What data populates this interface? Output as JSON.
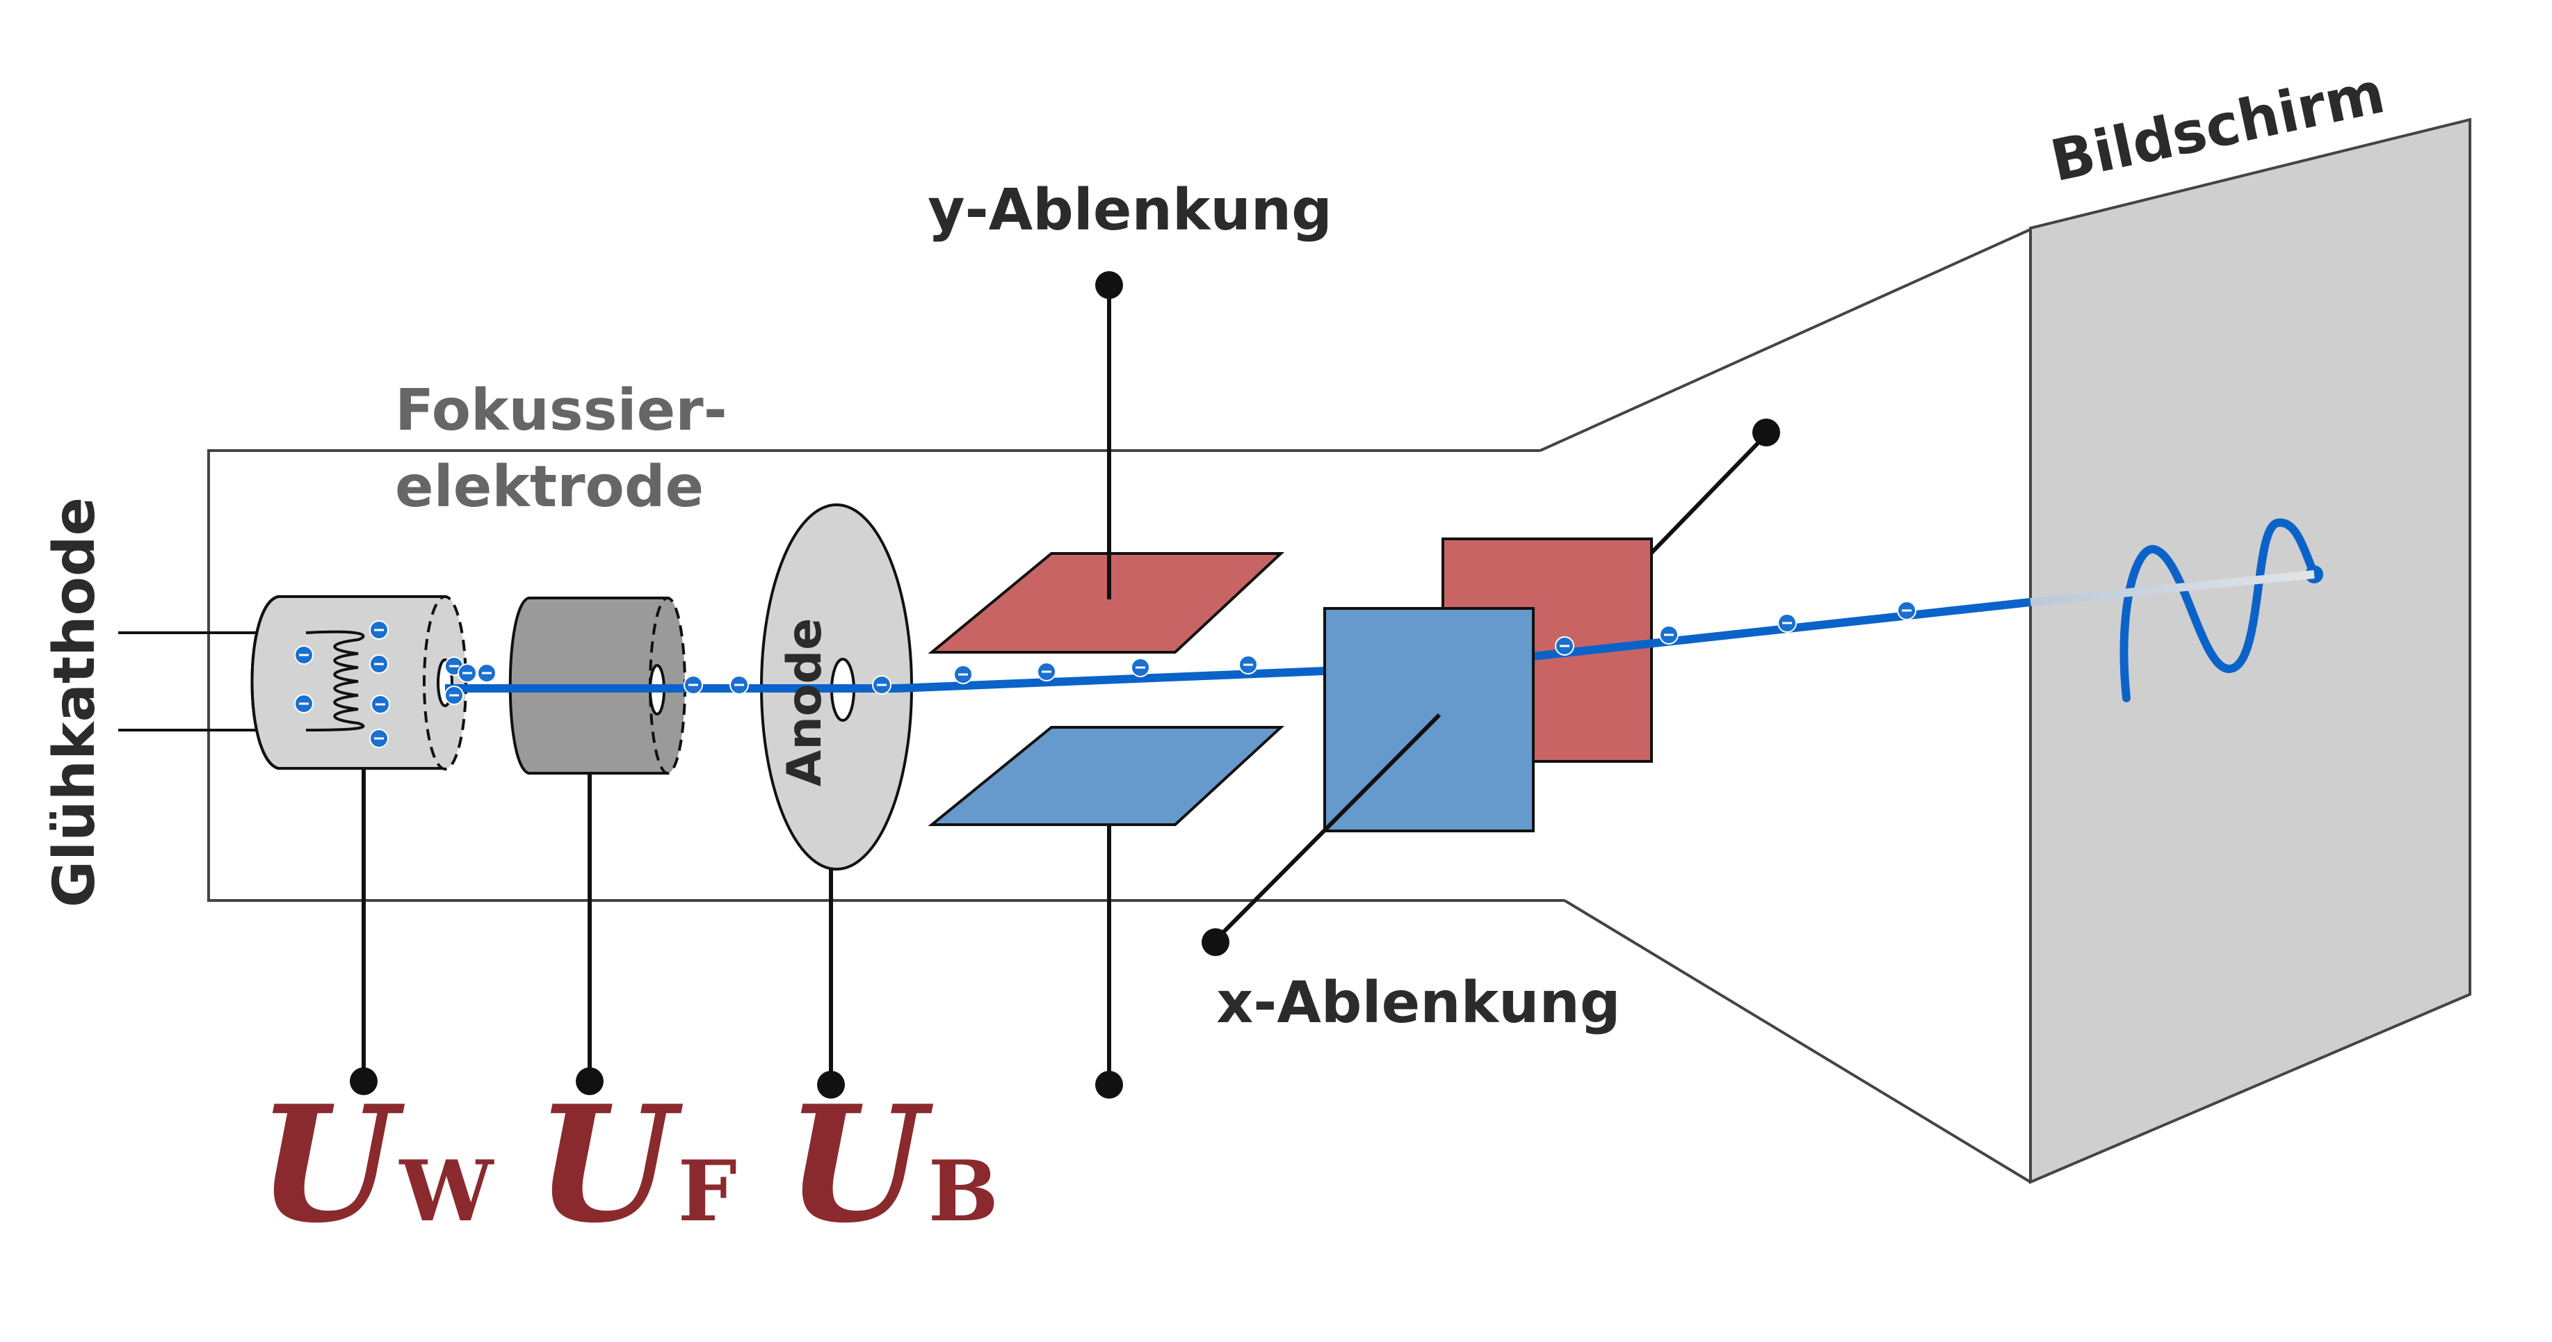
{
  "labels": {
    "cathode": "Glühkathode",
    "focus_line1": "Fokussier-",
    "focus_line2": "elektrode",
    "anode": "Anode",
    "y_deflection": "y-Ablenkung",
    "x_deflection": "x-Ablenkung",
    "screen": "Bildschirm"
  },
  "voltages": [
    {
      "symbol": "U",
      "subscript": "W"
    },
    {
      "symbol": "U",
      "subscript": "F"
    },
    {
      "symbol": "U",
      "subscript": "B"
    }
  ],
  "colors": {
    "beam": "#0b63c9",
    "electron_fill": "#1a6fd0",
    "plate_red": "#c96465",
    "plate_blue": "#6699cc",
    "screen": "#cfcfcf",
    "cathode_body": "#d3d3d3",
    "focus_body": "#9a9a9a",
    "anode_body": "#d3d3d3",
    "voltage_text": "#8b2a2e",
    "label_dark": "#2b2b2b",
    "label_gray": "#666666"
  }
}
